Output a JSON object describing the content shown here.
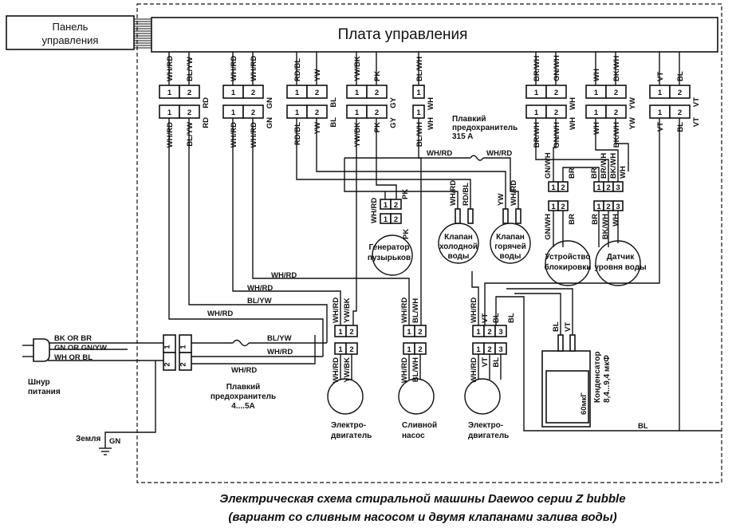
{
  "panel_label": [
    "Панель",
    "управления"
  ],
  "board_title": "Плата управления",
  "pins": [
    "1",
    "2",
    "3"
  ],
  "board_connectors": [
    {
      "top": [
        "WH/RD",
        "BL/YW"
      ],
      "side": "RD",
      "bottom": [
        "WH/RD",
        "BL/YW"
      ]
    },
    {
      "top": [
        "WH/RD",
        "WH/RD"
      ],
      "side": "GN",
      "bottom": [
        "WH/RD",
        "WH/RD"
      ]
    },
    {
      "top": [
        "RD/BL",
        "YW"
      ],
      "side": "BL",
      "bottom": [
        "RD/BL",
        "YW"
      ]
    },
    {
      "top": [
        "YW/BK",
        "PK"
      ],
      "side": "GY",
      "bottom": [
        "YW/BK",
        "PK"
      ]
    },
    {
      "top": [
        "BL/WH"
      ],
      "side": "WH",
      "bottom": [
        "BL/WH"
      ]
    },
    {
      "top": [
        "BR/WH",
        "GN/WH"
      ],
      "side": "WH",
      "bottom": [
        "BR/WH",
        "GN/WH"
      ]
    },
    {
      "top": [
        "WH",
        "BK/WH"
      ],
      "side": "YW",
      "bottom": [
        "WH",
        "BK/WH"
      ]
    },
    {
      "top": [
        "VT",
        "BL"
      ],
      "side": "VT",
      "bottom": [
        "VT",
        "BL"
      ]
    }
  ],
  "fuse_315": {
    "text": [
      "Плавкий",
      "предохранитель",
      "315 A"
    ],
    "wire_left": "WH/RD",
    "wire_right": "WH/RD"
  },
  "components": {
    "bubble_generator": {
      "name": [
        "Генератор",
        "пузырьков"
      ],
      "wire_top": "PK",
      "wire_left": "WH/RD",
      "wire_bottom": "PK"
    },
    "cold_valve": {
      "name": [
        "Клапан",
        "холодной",
        "воды"
      ],
      "wires": [
        "WH/RD",
        "RD/BL"
      ]
    },
    "hot_valve": {
      "name": [
        "Клапан",
        "горячей",
        "воды"
      ],
      "wires": [
        "YW",
        "WH/RD"
      ]
    },
    "door_lock": {
      "name": [
        "Устройство",
        "блокировки"
      ],
      "wires_top": [
        "GN/WH",
        "BR"
      ],
      "wires_bottom": [
        "GN/WH",
        "BR"
      ]
    },
    "level_sensor": {
      "name": [
        "Датчик",
        "уровня воды"
      ],
      "wires_top": [
        "BR",
        "BR/WH",
        "BK/WH",
        "WH"
      ],
      "wires_bottom": [
        "BR",
        "BK/WH",
        "WH"
      ]
    },
    "motor_1": {
      "name": [
        "Электро-",
        "двигатель"
      ],
      "wires_top": [
        "WH/RD",
        "YW/BK"
      ],
      "wires_bottom": [
        "WH/RD",
        "YW/BK"
      ]
    },
    "drain_pump": {
      "name": [
        "Сливной",
        "насос"
      ],
      "wires_top": [
        "WH/RD",
        "BL/WH"
      ],
      "wires_bottom": [
        "WH/RD",
        "BL/WH"
      ]
    },
    "motor_2": {
      "name": [
        "Электро-",
        "двигатель"
      ],
      "wires_top": [
        "WH/RD",
        "VT",
        "BL",
        "BL"
      ],
      "wires_bottom": [
        "WH/RD",
        "VT",
        "BL"
      ]
    },
    "capacitor": {
      "name": [
        "Конденсатор",
        "8,4...9,4 мкФ"
      ],
      "wires": [
        "BL",
        "VT"
      ],
      "inductor": "60мкГ"
    }
  },
  "harness_labels": [
    "WH/RD",
    "WH/RD",
    "BL/YW",
    "WH/RD"
  ],
  "power_cord": {
    "name": [
      "Шнур",
      "питания"
    ],
    "wires": [
      "BK OR BR",
      "GN OR GN/YW",
      "WH OR BL"
    ]
  },
  "input_fuse": {
    "text": [
      "Плавкий",
      "предохранитель",
      "4....5A"
    ],
    "wires": [
      "BL/YW",
      "WH/RD",
      "WH/RD"
    ]
  },
  "ground": {
    "label": "Земля",
    "wire": "GN"
  },
  "bottom_wire": "BL",
  "caption": [
    "Электрическая схема стиральной машины Daewoo серии Z bubble",
    "(вариант со сливным насосом и двумя  клапанами залива воды)"
  ]
}
